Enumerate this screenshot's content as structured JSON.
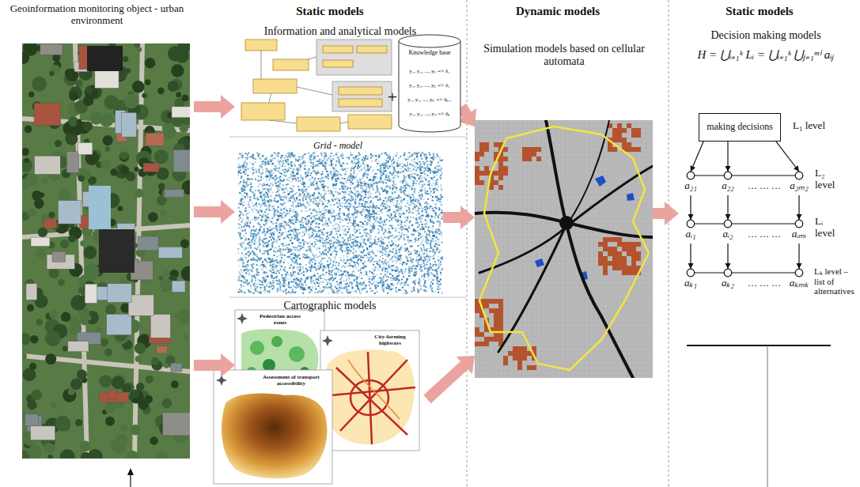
{
  "diagram": {
    "nodes": [
      {
        "text": [
          "Geoinformation monitoring object - urban environment"
        ]
      },
      {
        "text": [
          "Information and analytical models"
        ]
      },
      {
        "text": [
          "Knowledge base",
          "y₁, y₂, ..., yₙ => δ₁",
          "y₁, y₂, ..., yₙ => δ₂",
          "y₁, y₂, ..., yₙ => δₖ₋₁",
          "y₁, y₂, ..., yₙ => δₖ"
        ],
        "in": 1
      },
      {
        "text": [
          "Grid - model"
        ]
      },
      {
        "text": [
          "Cartographic models"
        ]
      },
      {
        "text": [
          "Pedestrian access zones"
        ],
        "in": 4
      },
      {
        "text": [
          "City-forming highways"
        ],
        "in": 4
      },
      {
        "text": [
          "Assessment of transport accessibility"
        ],
        "in": 4
      },
      {
        "text": [
          "Simulation models based on cellular automata"
        ]
      },
      {
        "text": [
          "Decision making models",
          "H = ⋃ᵢ₌₁ᵏ Lᵢ = ⋃ᵢ₌₁ᵏ ⋃ⱼ₌₁ᵐⁱ aᵢⱼ"
        ]
      },
      {
        "text": [
          "making decisions"
        ],
        "in": 9
      },
      {
        "text": [
          "a₂₁"
        ],
        "in": 9
      },
      {
        "text": [
          "a₂₂"
        ],
        "in": 9
      },
      {
        "text": [
          "a₂ₘ₂"
        ],
        "in": 9
      },
      {
        "text": [
          "aᵢ₁"
        ],
        "in": 9
      },
      {
        "text": [
          "aᵢ₂"
        ],
        "in": 9
      },
      {
        "text": [
          "aᵢₘᵢ"
        ],
        "in": 9
      },
      {
        "text": [
          "aₖ₁"
        ],
        "in": 9
      },
      {
        "text": [
          "aₖ₂"
        ],
        "in": 9
      },
      {
        "text": [
          "aₖₘₖ"
        ],
        "in": 9
      }
    ],
    "edges": [
      {
        "from": 0,
        "to": 1,
        "arrow": "to"
      },
      {
        "from": 0,
        "to": 3,
        "arrow": "to"
      },
      {
        "from": 0,
        "to": 4,
        "arrow": "to"
      },
      {
        "from": 1,
        "to": 8,
        "arrow": "to"
      },
      {
        "from": 3,
        "to": 8,
        "arrow": "to"
      },
      {
        "from": 4,
        "to": 8,
        "arrow": "to"
      },
      {
        "from": 8,
        "to": 9,
        "arrow": "to"
      },
      {
        "from": 10,
        "to": 11,
        "arrow": "to"
      },
      {
        "from": 10,
        "to": 12,
        "arrow": "to"
      },
      {
        "from": 10,
        "to": 13,
        "arrow": "to"
      },
      {
        "from": 11,
        "to": 14,
        "arrow": "to"
      },
      {
        "from": 12,
        "to": 15,
        "arrow": "to"
      },
      {
        "from": 13,
        "to": 16,
        "arrow": "to"
      },
      {
        "from": 14,
        "to": 17,
        "arrow": "to"
      },
      {
        "from": 15,
        "to": 18,
        "arrow": "to"
      },
      {
        "from": 16,
        "to": 19,
        "arrow": "to"
      }
    ],
    "labels": [
      "Static models",
      "Dynamic models",
      "Static models",
      "+",
      "L₁ level",
      "L₂ level",
      "Lᵢ level",
      "Lₖ level – list of alternatives",
      "… … …",
      "… … …",
      "… … …"
    ]
  }
}
